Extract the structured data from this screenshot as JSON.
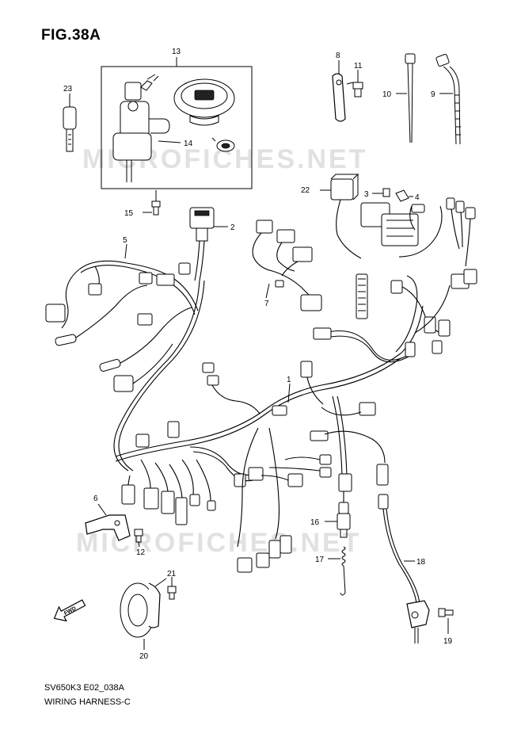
{
  "figure": {
    "title": "FIG.38A",
    "model_code": "SV650K3 E02_038A",
    "caption": "WIRING HARNESS-C"
  },
  "watermark": "MICROFICHES.NET",
  "fwd_marker": "FWD",
  "callouts": [
    "1",
    "2",
    "3",
    "4",
    "5",
    "6",
    "7",
    "8",
    "9",
    "10",
    "11",
    "12",
    "13",
    "14",
    "15",
    "16",
    "17",
    "18",
    "19",
    "20",
    "21",
    "22",
    "23"
  ]
}
